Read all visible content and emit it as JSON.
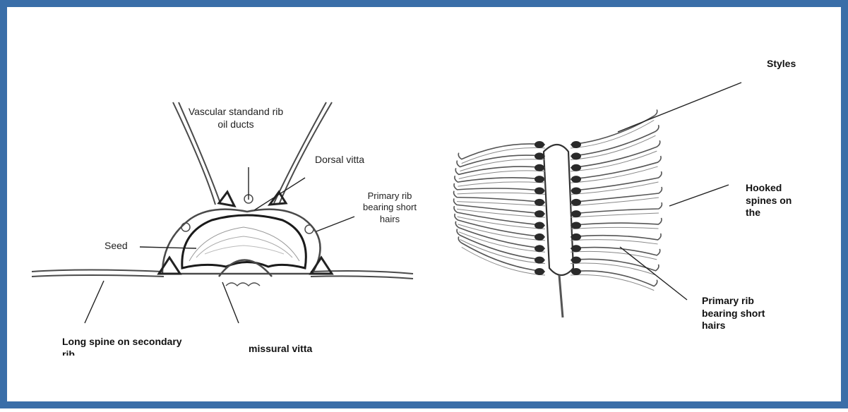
{
  "colors": {
    "frame": "#3a6ea8",
    "line": "#222222",
    "drawing": "#4a4a4a"
  },
  "left_figure": {
    "label_vascular": "Vascular standand rib\noil ducts",
    "label_dorsal": "Dorsal vitta",
    "label_primary": "Primary rib\nbearing short\nhairs",
    "label_seed": "Seed",
    "label_long_spine": "Long spine on secondary\nrib",
    "label_commissural": "missural vitta"
  },
  "right_figure": {
    "label_styles": "Styles",
    "label_hooked": "Hooked\nspines on\nthe",
    "label_primary": "Primary rib\nbearing short\nhairs"
  }
}
